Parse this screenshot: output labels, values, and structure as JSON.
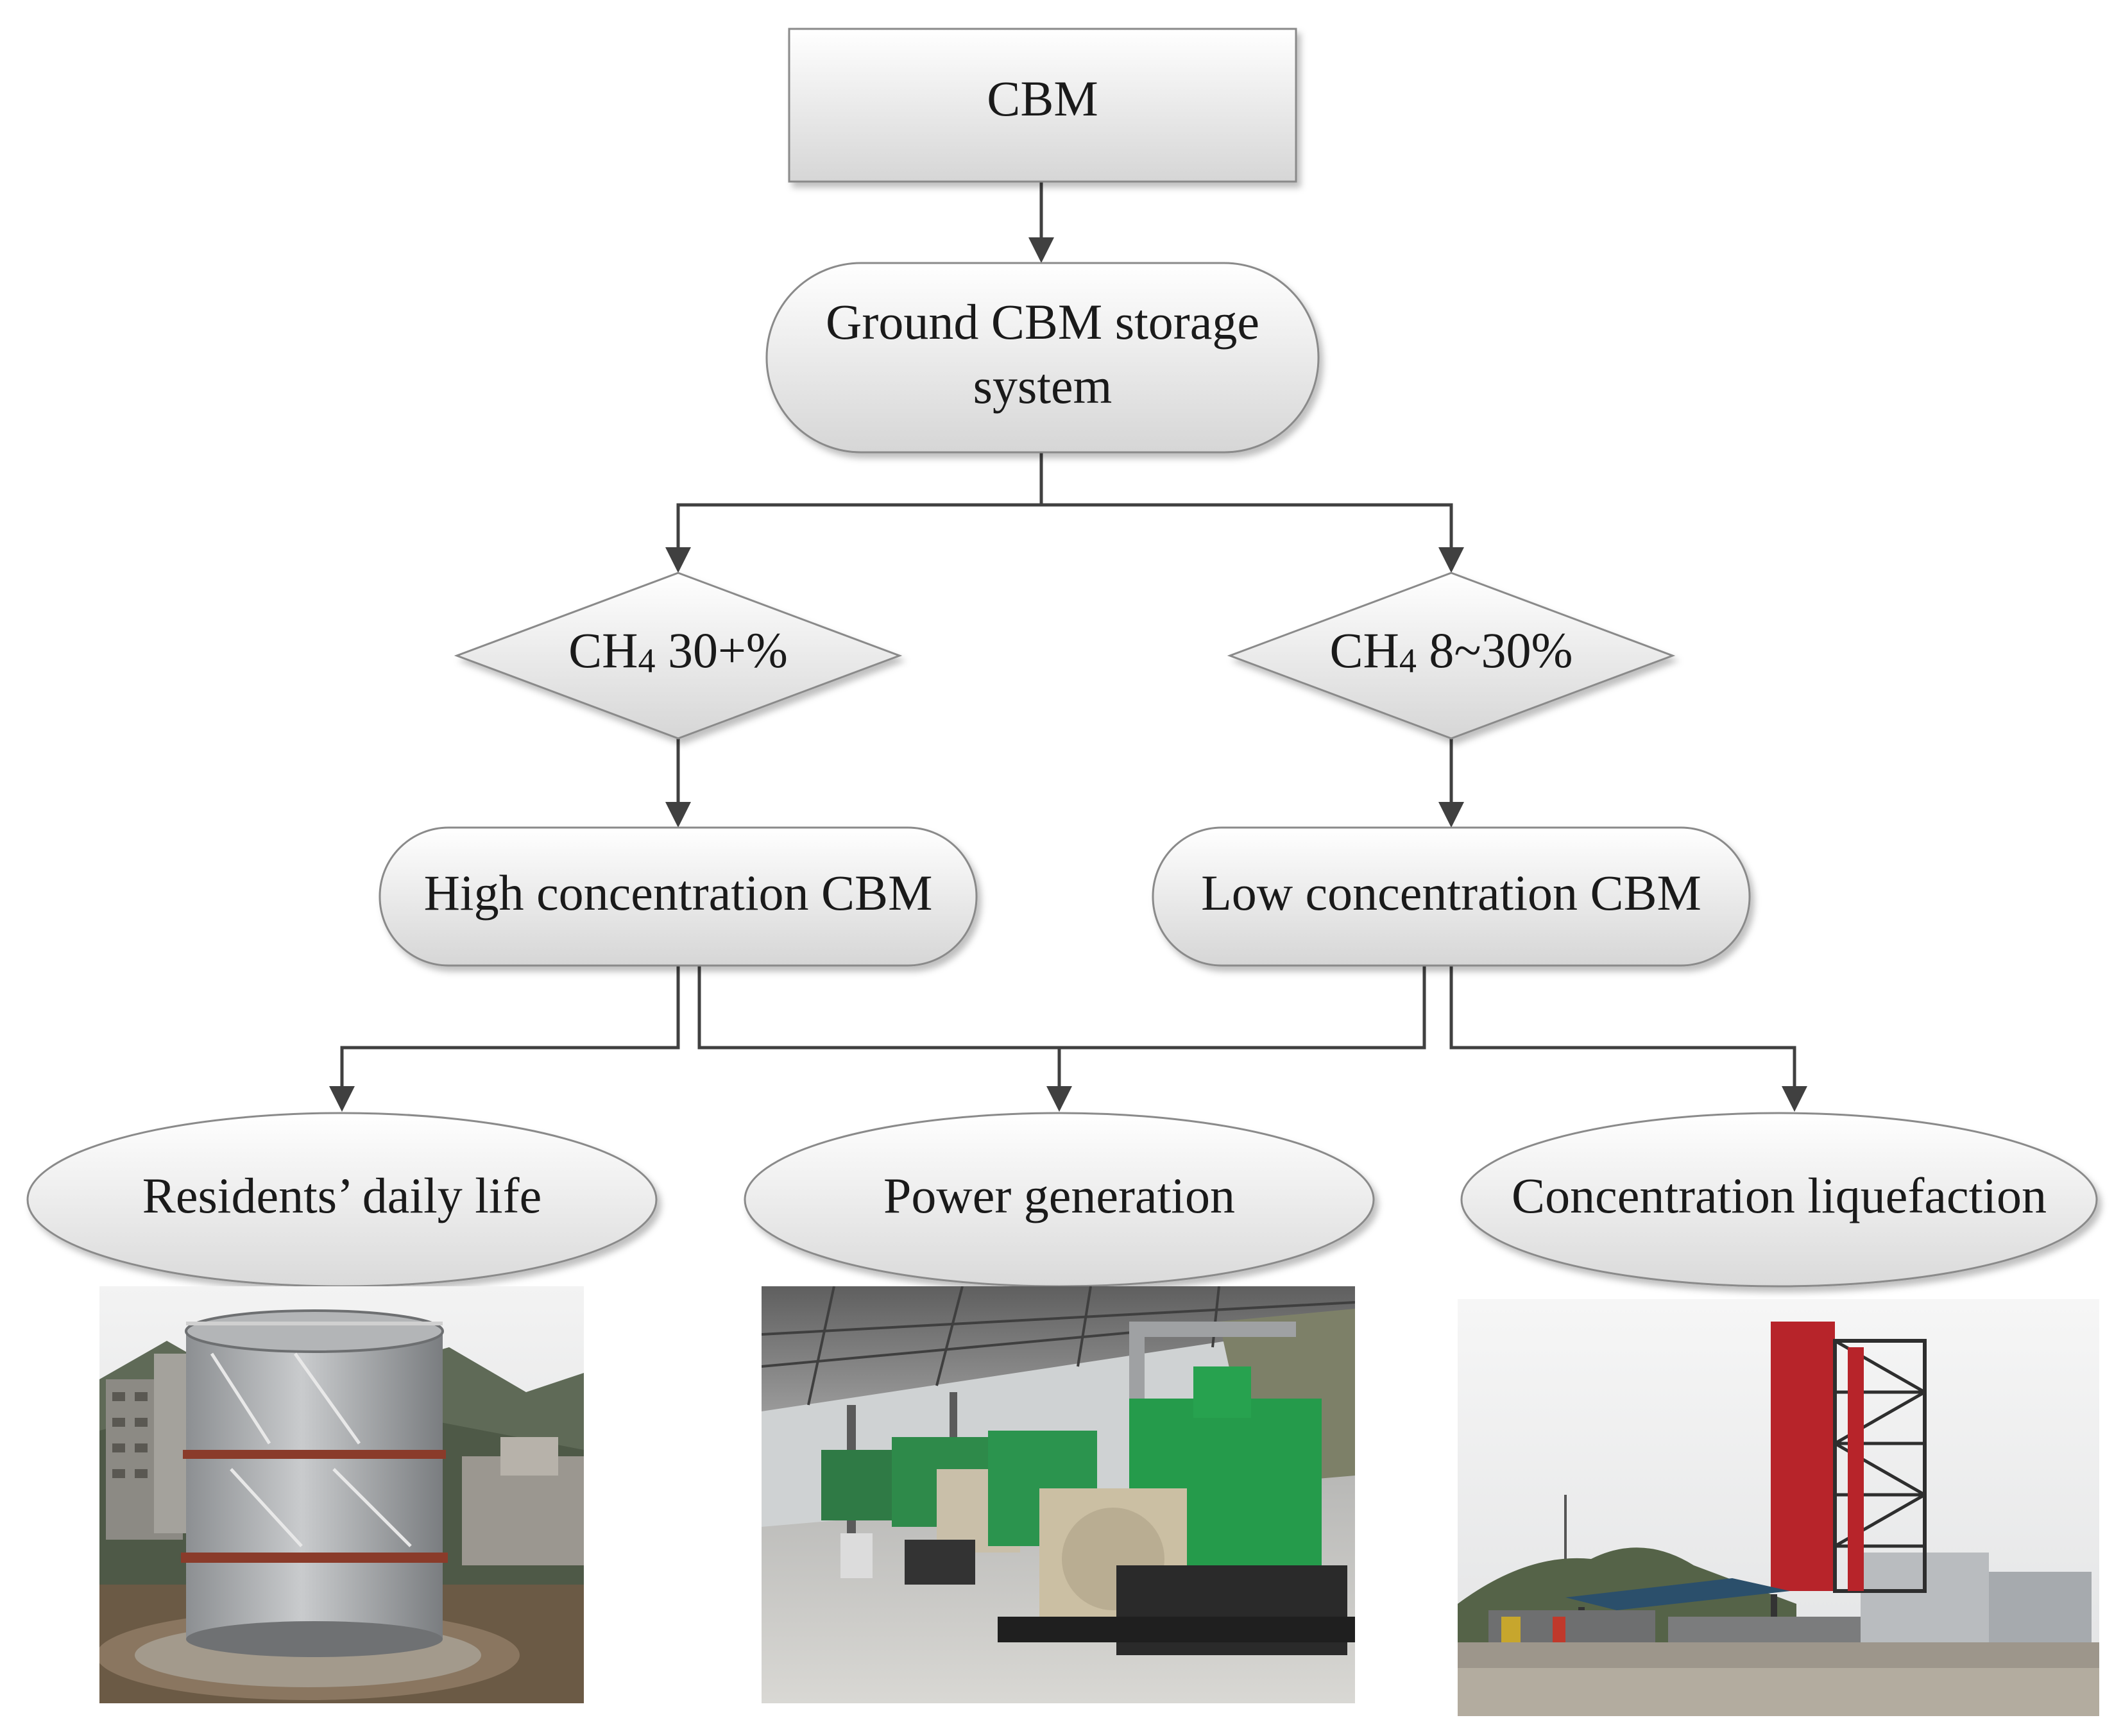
{
  "nodes": {
    "cbm": {
      "label": "CBM"
    },
    "storage": {
      "line1": "Ground CBM storage",
      "line2": "system"
    },
    "ch4_high": {
      "prefix": "CH",
      "subscript": "4",
      "suffix": " 30+%"
    },
    "ch4_low": {
      "prefix": "CH",
      "subscript": "4",
      "suffix": " 8~30%"
    },
    "high_conc": {
      "label": "High concentration CBM"
    },
    "low_conc": {
      "label": "Low concentration CBM"
    },
    "residents": {
      "label": "Residents’ daily life"
    },
    "power": {
      "label": "Power generation"
    },
    "liquefaction": {
      "label": "Concentration liquefaction"
    }
  },
  "photos": {
    "residents": {
      "subject": "storage-tank-photo"
    },
    "power": {
      "subject": "generator-hall-photo"
    },
    "liquefaction": {
      "subject": "liquefaction-tower-photo"
    }
  },
  "colors": {
    "box_fill_top": "#ffffff",
    "box_fill_bottom": "#dcdcdc",
    "border": "#8a8a8a",
    "edge": "#404040"
  }
}
